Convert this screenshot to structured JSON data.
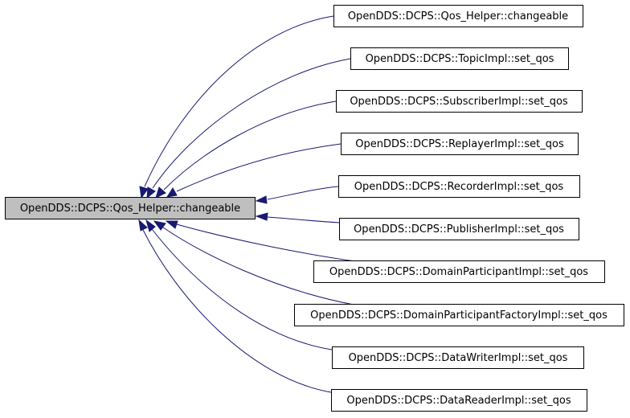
{
  "graph": {
    "root": {
      "id": "root",
      "label": "OpenDDS::DCPS::Qos_Helper::changeable"
    },
    "callers": [
      {
        "id": "c0",
        "label": "OpenDDS::DCPS::Qos_Helper::changeable"
      },
      {
        "id": "c1",
        "label": "OpenDDS::DCPS::TopicImpl::set_qos"
      },
      {
        "id": "c2",
        "label": "OpenDDS::DCPS::SubscriberImpl::set_qos"
      },
      {
        "id": "c3",
        "label": "OpenDDS::DCPS::ReplayerImpl::set_qos"
      },
      {
        "id": "c4",
        "label": "OpenDDS::DCPS::RecorderImpl::set_qos"
      },
      {
        "id": "c5",
        "label": "OpenDDS::DCPS::PublisherImpl::set_qos"
      },
      {
        "id": "c6",
        "label": "OpenDDS::DCPS::DomainParticipantImpl::set_qos"
      },
      {
        "id": "c7",
        "label": "OpenDDS::DCPS::DomainParticipantFactoryImpl::set_qos"
      },
      {
        "id": "c8",
        "label": "OpenDDS::DCPS::DataWriterImpl::set_qos"
      },
      {
        "id": "c9",
        "label": "OpenDDS::DCPS::DataReaderImpl::set_qos"
      }
    ],
    "edges": [
      {
        "from": "c0",
        "to": "root"
      },
      {
        "from": "c1",
        "to": "root"
      },
      {
        "from": "c2",
        "to": "root"
      },
      {
        "from": "c3",
        "to": "root"
      },
      {
        "from": "c4",
        "to": "root"
      },
      {
        "from": "c5",
        "to": "root"
      },
      {
        "from": "c6",
        "to": "root"
      },
      {
        "from": "c7",
        "to": "root"
      },
      {
        "from": "c8",
        "to": "root"
      },
      {
        "from": "c9",
        "to": "root"
      }
    ],
    "colors": {
      "edge": "#191970",
      "root_fill": "#bfbfbf",
      "node_fill": "#ffffff",
      "border": "#000000"
    }
  }
}
